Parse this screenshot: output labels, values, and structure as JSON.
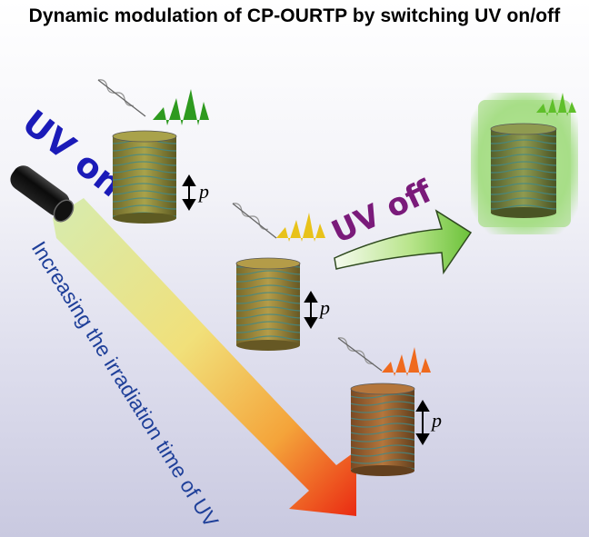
{
  "title": "Dynamic modulation of CP-OURTP by switching UV on/off",
  "labels": {
    "uv_on": "UV on",
    "uv_off": "UV off",
    "irradiation_time": "Increasing the irradiation time of UV",
    "pitch": "p"
  },
  "colors": {
    "uv_on_text": "#1b1bb8",
    "uv_off_text": "#7a1a7a",
    "time_text": "#1e3f99",
    "emission_green": "#2e9a1f",
    "emission_yellow": "#e8c21a",
    "emission_orange": "#ef6a1e",
    "afterglow": "#9be07a"
  }
}
